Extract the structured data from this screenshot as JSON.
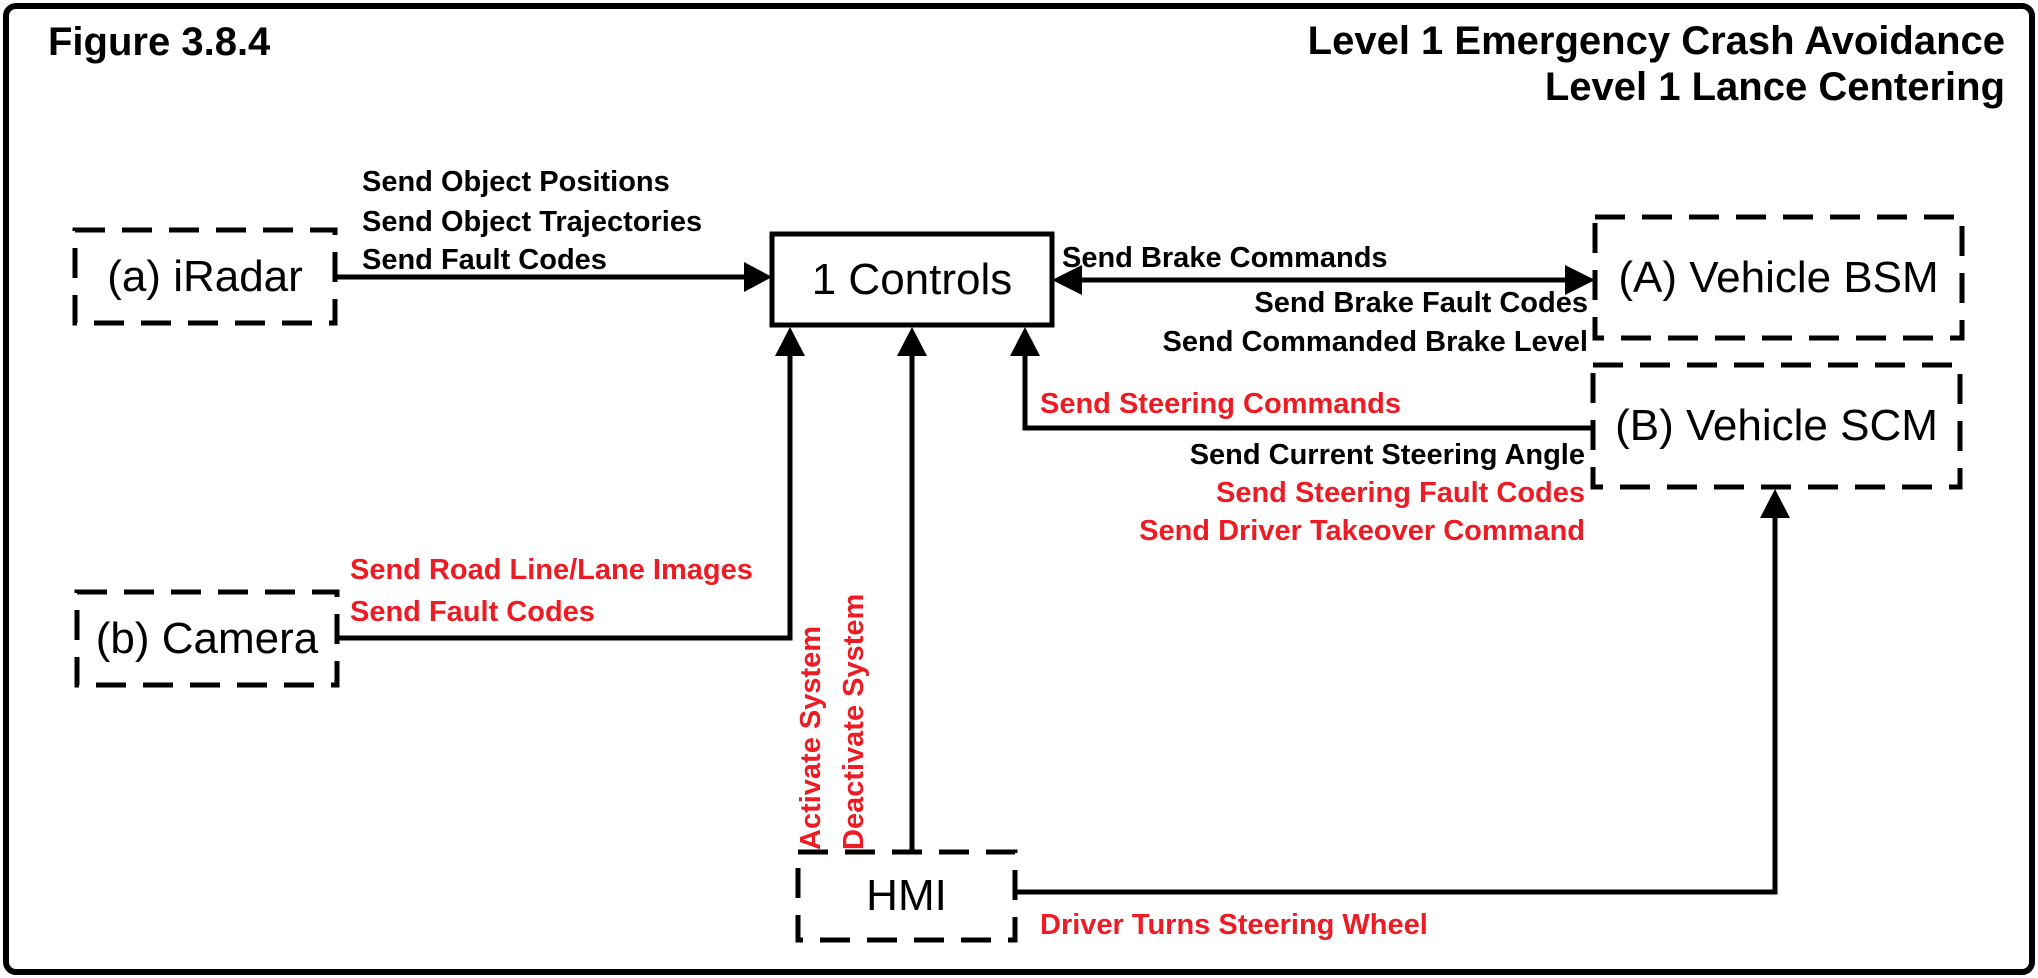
{
  "figure": {
    "caption": "Figure 3.8.4",
    "title_line1": "Level 1 Emergency Crash Avoidance",
    "title_line2": "Level 1 Lance Centering"
  },
  "nodes": {
    "iradar": "(a) iRadar",
    "camera": "(b) Camera",
    "controls": "1 Controls",
    "vehicle_bsm": "(A) Vehicle BSM",
    "vehicle_scm": "(B) Vehicle SCM",
    "hmi": "HMI"
  },
  "flow_labels": {
    "send_object_positions": "Send Object Positions",
    "send_object_trajectories": "Send Object Trajectories",
    "send_fault_codes_radar": "Send Fault Codes",
    "send_brake_commands": "Send Brake Commands",
    "send_brake_fault_codes": "Send Brake Fault Codes",
    "send_commanded_brake_level": "Send Commanded Brake Level",
    "send_steering_commands": "Send Steering Commands",
    "send_current_steering_angle": "Send Current Steering Angle",
    "send_steering_fault_codes": "Send Steering Fault Codes",
    "send_driver_takeover_command": "Send Driver Takeover Command",
    "send_road_line_lane_images": "Send Road Line/Lane Images",
    "send_fault_codes_camera": "Send Fault Codes",
    "activate_system": "Activate System",
    "deactivate_system": "Deactivate System",
    "driver_turns_steering_wheel": "Driver Turns Steering Wheel"
  },
  "colors": {
    "line_black": "#000000",
    "emphasis_red": "#ED1C24",
    "background": "#FFFFFF"
  }
}
